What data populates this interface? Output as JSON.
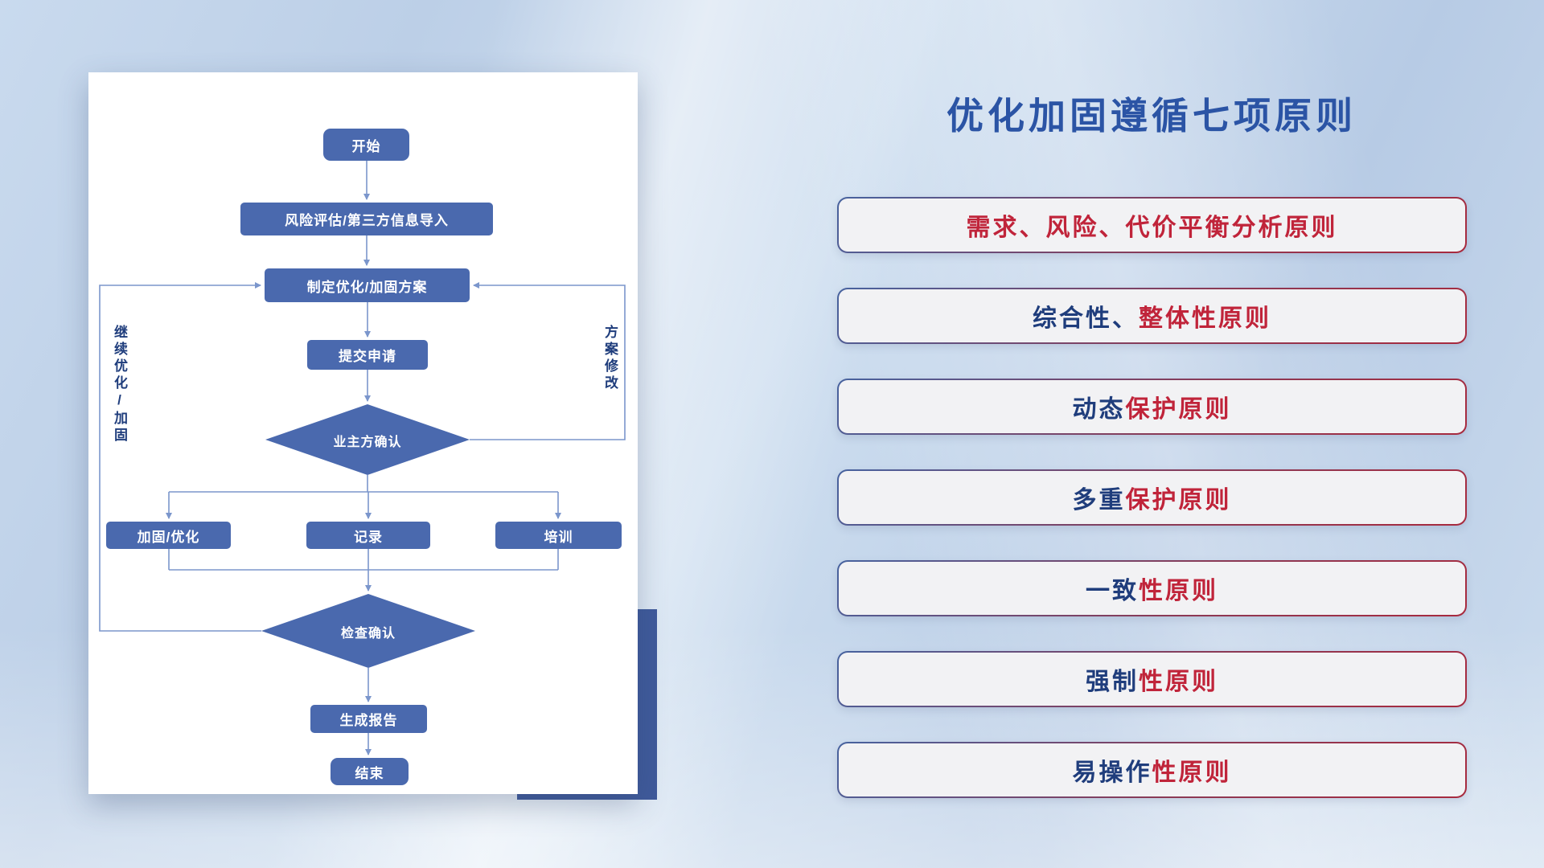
{
  "title": "优化加固遵循七项原则",
  "colors": {
    "navy": "#1f3d7c",
    "crimson": "#c0243a",
    "title_blue": "#2b54a5",
    "node_fill": "#4a69ae",
    "line": "#7b96cc",
    "accent": "#3f5a9b",
    "pill_bg": "#f2f2f4"
  },
  "flowchart": {
    "nodes": {
      "start": "开始",
      "risk_import": "风险评估/第三方信息导入",
      "make_plan": "制定优化/加固方案",
      "submit": "提交申请",
      "owner_confirm": "业主方确认",
      "reinforce": "加固/优化",
      "record": "记录",
      "training": "培训",
      "check_confirm": "检查确认",
      "report": "生成报告",
      "end": "结束"
    },
    "labels": {
      "left_loop": "继续优化/加固",
      "right_loop": "方案修改"
    }
  },
  "principles": {
    "items": [
      {
        "segments": [
          {
            "text": "需求、风险、代价平衡分析原则",
            "color": "crimson"
          }
        ]
      },
      {
        "segments": [
          {
            "text": "综合性、",
            "color": "navy"
          },
          {
            "text": "整体性原则",
            "color": "crimson"
          }
        ]
      },
      {
        "segments": [
          {
            "text": "动态",
            "color": "navy"
          },
          {
            "text": "保护原则",
            "color": "crimson"
          }
        ]
      },
      {
        "segments": [
          {
            "text": "多重",
            "color": "navy"
          },
          {
            "text": "保护原则",
            "color": "crimson"
          }
        ]
      },
      {
        "segments": [
          {
            "text": "一致",
            "color": "navy"
          },
          {
            "text": "性原则",
            "color": "crimson"
          }
        ]
      },
      {
        "segments": [
          {
            "text": "强制",
            "color": "navy"
          },
          {
            "text": "性原则",
            "color": "crimson"
          }
        ]
      },
      {
        "segments": [
          {
            "text": "易操作",
            "color": "navy"
          },
          {
            "text": "性原则",
            "color": "crimson"
          }
        ]
      }
    ]
  }
}
